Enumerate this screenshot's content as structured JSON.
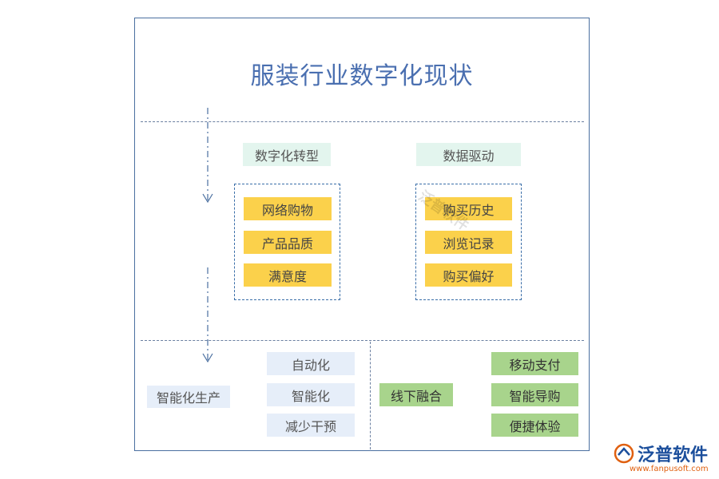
{
  "title": "服装行业数字化现状",
  "top": {
    "left_header": "数字化转型",
    "right_header": "数据驱动",
    "left_items": [
      "网络购物",
      "产品品质",
      "满意度"
    ],
    "right_items": [
      "购买历史",
      "浏览记录",
      "购买偏好"
    ]
  },
  "bottom": {
    "left_main": "智能化生产",
    "left_items": [
      "自动化",
      "智能化",
      "减少干预"
    ],
    "right_main": "线下融合",
    "right_items": [
      "移动支付",
      "智能导购",
      "便捷体验"
    ]
  },
  "watermark": "泛普软件",
  "logo": {
    "name": "泛普软件",
    "url": "www.fanpusoft.com"
  },
  "colors": {
    "title": "#4a6fb0",
    "yellow": "#fbd14b",
    "light_green": "#e3f5ee",
    "light_blue": "#e6eef9",
    "green": "#a8d48c",
    "dash_box": "#3a6ea8"
  }
}
